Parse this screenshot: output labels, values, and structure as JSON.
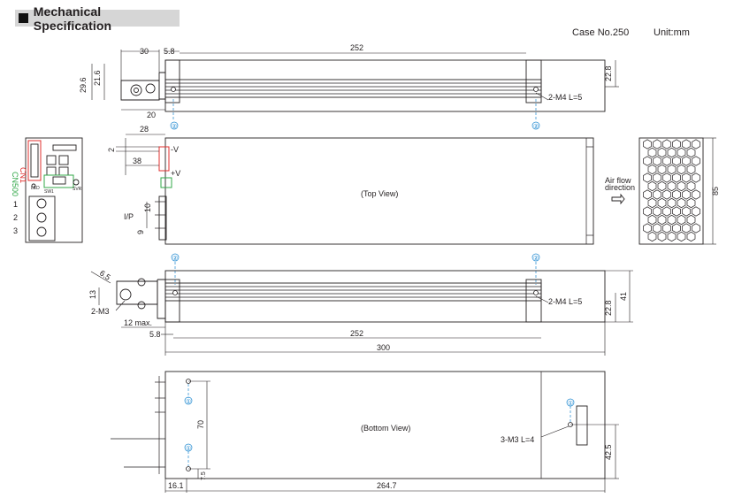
{
  "header": {
    "title": "Mechanical Specification",
    "case_no": "Case No.250",
    "unit": "Unit:mm"
  },
  "dims_side_top": {
    "d30": "30",
    "d5_8": "5.8",
    "d252": "252",
    "d29_6": "29.6",
    "d21_6": "21.6",
    "d22_8": "22.8",
    "d20": "20",
    "mount": "2-M4  L=5"
  },
  "dims_top": {
    "d28": "28",
    "d2": "2",
    "d38": "38",
    "neg_v": "-V",
    "pos_v": "+V",
    "ip": "I/P",
    "d10": "10",
    "d9": "9",
    "label": "(Top View)"
  },
  "connector_panel": {
    "cn1": "CN1",
    "cn500": "CN500",
    "led": "LED",
    "sw1": "SW1",
    "svr": "SVR",
    "pins": [
      "1",
      "2",
      "3"
    ]
  },
  "airflow": {
    "line1": "Air flow",
    "line2": "direction",
    "d85": "85"
  },
  "dims_side_bottom": {
    "d6_5": "6.5",
    "d13": "13",
    "m3": "2-M3",
    "d12": "12 max.",
    "d5_8": "5.8",
    "d252": "252",
    "d300": "300",
    "d22_8": "22.8",
    "d41": "41",
    "mount": "2-M4  L=5"
  },
  "dims_bottom": {
    "d70": "70",
    "d7_5": "7.5",
    "d16_1": "16.1",
    "d264_7": "264.7",
    "d42_5": "42.5",
    "m3": "3-M3  L=4",
    "label": "(Bottom View)"
  },
  "markers": {
    "two": "②",
    "one": "①"
  }
}
